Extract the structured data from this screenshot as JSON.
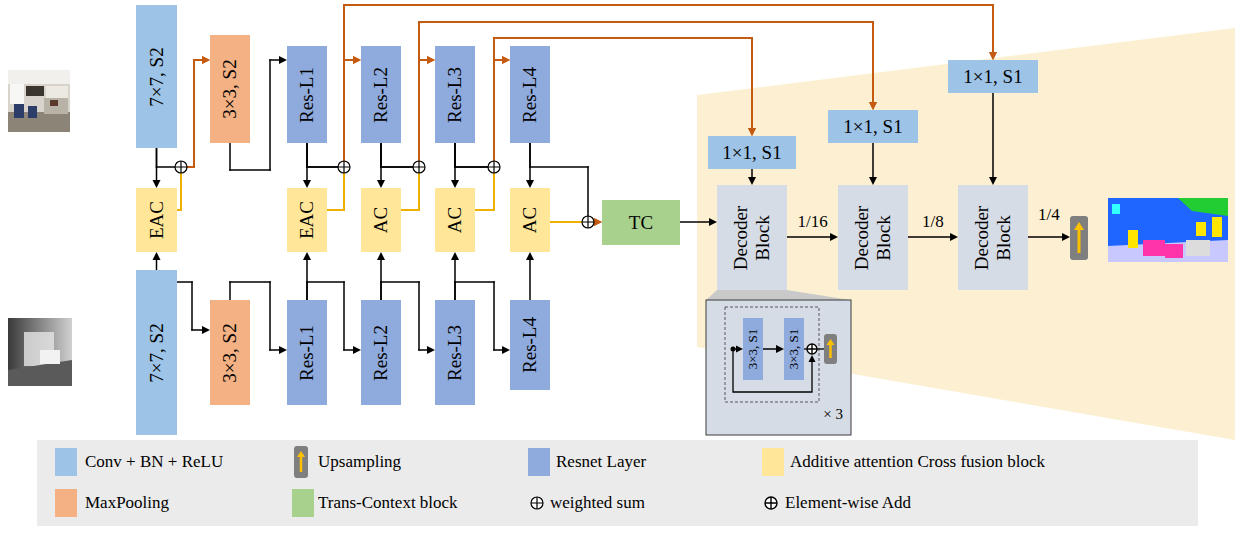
{
  "diagram": {
    "nodes": [
      {
        "text": [
          "7×7, S2"
        ]
      },
      {
        "text": [
          "3×3, S2"
        ]
      },
      {
        "text": [
          "Res-L1"
        ]
      },
      {
        "text": [
          "Res-L2"
        ]
      },
      {
        "text": [
          "Res-L3"
        ]
      },
      {
        "text": [
          "Res-L4"
        ]
      },
      {
        "text": [
          "EAC"
        ]
      },
      {
        "text": [
          "EAC"
        ]
      },
      {
        "text": [
          "AC"
        ]
      },
      {
        "text": [
          "AC"
        ]
      },
      {
        "text": [
          "AC"
        ]
      },
      {
        "text": [
          "TC"
        ]
      },
      {
        "text": [
          "7×7, S2"
        ]
      },
      {
        "text": [
          "3×3, S2"
        ]
      },
      {
        "text": [
          "Res-L1"
        ]
      },
      {
        "text": [
          "Res-L2"
        ]
      },
      {
        "text": [
          "Res-L3"
        ]
      },
      {
        "text": [
          "Res-L4"
        ]
      },
      {
        "text": [
          "1×1, S1"
        ]
      },
      {
        "text": [
          "1×1, S1"
        ]
      },
      {
        "text": [
          "1×1, S1"
        ]
      },
      {
        "text": [
          "Decoder Block"
        ]
      },
      {
        "text": [
          "Decoder Block"
        ]
      },
      {
        "text": [
          "Decoder Block"
        ]
      },
      {
        "text": [
          "× 3"
        ]
      },
      {
        "text": [
          "3×3, S1"
        ],
        "in": 24
      },
      {
        "text": [
          "3×3, S1"
        ],
        "in": 24
      }
    ],
    "edges": [
      {
        "from": 0,
        "to": 6,
        "arrow": "to"
      },
      {
        "from": 12,
        "to": 6,
        "arrow": "to"
      },
      {
        "from": 0,
        "to": 1,
        "arrow": "to"
      },
      {
        "from": 6,
        "to": 1,
        "arrow": "to"
      },
      {
        "from": 12,
        "to": 13,
        "arrow": "to"
      },
      {
        "from": 1,
        "to": 2,
        "arrow": "to"
      },
      {
        "from": 13,
        "to": 14,
        "arrow": "to"
      },
      {
        "from": 2,
        "to": 7,
        "arrow": "to"
      },
      {
        "from": 14,
        "to": 7,
        "arrow": "to"
      },
      {
        "from": 2,
        "to": 3,
        "arrow": "to"
      },
      {
        "from": 7,
        "to": 3,
        "arrow": "to"
      },
      {
        "from": 14,
        "to": 15,
        "arrow": "to"
      },
      {
        "from": 2,
        "to": 20,
        "arrow": "to"
      },
      {
        "from": 7,
        "to": 20,
        "arrow": "to"
      },
      {
        "from": 3,
        "to": 8,
        "arrow": "to"
      },
      {
        "from": 15,
        "to": 8,
        "arrow": "to"
      },
      {
        "from": 3,
        "to": 4,
        "arrow": "to"
      },
      {
        "from": 8,
        "to": 4,
        "arrow": "to"
      },
      {
        "from": 15,
        "to": 16,
        "arrow": "to"
      },
      {
        "from": 3,
        "to": 19,
        "arrow": "to"
      },
      {
        "from": 8,
        "to": 19,
        "arrow": "to"
      },
      {
        "from": 4,
        "to": 9,
        "arrow": "to"
      },
      {
        "from": 16,
        "to": 9,
        "arrow": "to"
      },
      {
        "from": 4,
        "to": 5,
        "arrow": "to"
      },
      {
        "from": 9,
        "to": 5,
        "arrow": "to"
      },
      {
        "from": 16,
        "to": 17,
        "arrow": "to"
      },
      {
        "from": 4,
        "to": 18,
        "arrow": "to"
      },
      {
        "from": 9,
        "to": 18,
        "arrow": "to"
      },
      {
        "from": 5,
        "to": 10,
        "arrow": "to"
      },
      {
        "from": 17,
        "to": 10,
        "arrow": "to"
      },
      {
        "from": 5,
        "to": 11,
        "arrow": "to"
      },
      {
        "from": 10,
        "to": 11,
        "arrow": "to"
      },
      {
        "from": 11,
        "to": 21,
        "arrow": "to"
      },
      {
        "from": 18,
        "to": 21,
        "arrow": "to"
      },
      {
        "from": 19,
        "to": 22,
        "arrow": "to"
      },
      {
        "from": 20,
        "to": 23,
        "arrow": "to"
      },
      {
        "from": 21,
        "to": 22,
        "arrow": "to",
        "label": "1/16"
      },
      {
        "from": 22,
        "to": 23,
        "arrow": "to",
        "label": "1/8"
      },
      {
        "from": 25,
        "to": 26,
        "arrow": "to"
      }
    ],
    "labels": [
      "1/4"
    ],
    "legend": [
      {
        "text": "Conv + BN + ReLU",
        "color": "#9dc3e6"
      },
      {
        "text": "Upsampling"
      },
      {
        "text": "Resnet Layer",
        "color": "#8faadc"
      },
      {
        "text": "Additive attention Cross fusion block",
        "color": "#ffe699"
      },
      {
        "text": "MaxPooling",
        "color": "#f4b183"
      },
      {
        "text": "Trans-Context block",
        "color": "#a9d18e"
      },
      {
        "text": "weighted sum"
      },
      {
        "text": "Element-wise Add"
      }
    ]
  }
}
